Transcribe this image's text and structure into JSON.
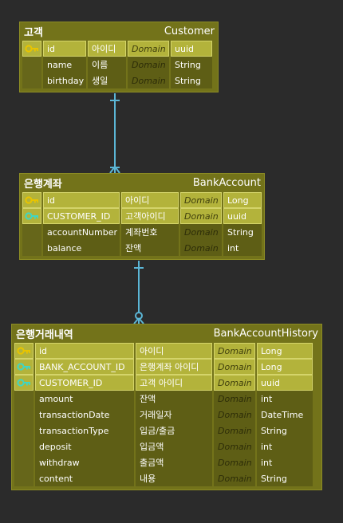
{
  "colors": {
    "background": "#2b2b2b",
    "entity_fill": "#73731a",
    "key_row_fill": "#b3b33b",
    "plain_row_fill": "#5e5e15",
    "pk_key_icon": "#e8c400",
    "fk_key_icon": "#3fd6c4",
    "relationship_line": "#5bb6d6"
  },
  "entities": {
    "customer": {
      "logical_name": "고객",
      "physical_name": "Customer",
      "columns": [
        {
          "key": "pk",
          "name": "id",
          "logical": "아이디",
          "domain": "Domain",
          "type": "uuid"
        },
        {
          "key": "",
          "name": "name",
          "logical": "이름",
          "domain": "Domain",
          "type": "String"
        },
        {
          "key": "",
          "name": "birthday",
          "logical": "생일",
          "domain": "Domain",
          "type": "String"
        }
      ]
    },
    "bank_account": {
      "logical_name": "은행계좌",
      "physical_name": "BankAccount",
      "columns": [
        {
          "key": "pk",
          "name": "id",
          "logical": "아이디",
          "domain": "Domain",
          "type": "Long"
        },
        {
          "key": "fk",
          "name": "CUSTOMER_ID",
          "logical": "고객아이디",
          "domain": "Domain",
          "type": "uuid"
        },
        {
          "key": "",
          "name": "accountNumber",
          "logical": "계좌번호",
          "domain": "Domain",
          "type": "String"
        },
        {
          "key": "",
          "name": "balance",
          "logical": "잔액",
          "domain": "Domain",
          "type": "int"
        }
      ]
    },
    "bank_account_history": {
      "logical_name": "은행거래내역",
      "physical_name": "BankAccountHistory",
      "columns": [
        {
          "key": "pk",
          "name": "id",
          "logical": "아이디",
          "domain": "Domain",
          "type": "Long"
        },
        {
          "key": "fk",
          "name": "BANK_ACCOUNT_ID",
          "logical": "은행계좌 아이디",
          "domain": "Domain",
          "type": "Long"
        },
        {
          "key": "fk",
          "name": "CUSTOMER_ID",
          "logical": "고객 아이디",
          "domain": "Domain",
          "type": "uuid"
        },
        {
          "key": "",
          "name": "amount",
          "logical": "잔액",
          "domain": "Domain",
          "type": "int"
        },
        {
          "key": "",
          "name": "transactionDate",
          "logical": "거래일자",
          "domain": "Domain",
          "type": "DateTime"
        },
        {
          "key": "",
          "name": "transactionType",
          "logical": "입금/출금",
          "domain": "Domain",
          "type": "String"
        },
        {
          "key": "",
          "name": "deposit",
          "logical": "입금액",
          "domain": "Domain",
          "type": "int"
        },
        {
          "key": "",
          "name": "withdraw",
          "logical": "출금액",
          "domain": "Domain",
          "type": "int"
        },
        {
          "key": "",
          "name": "content",
          "logical": "내용",
          "domain": "Domain",
          "type": "String"
        }
      ]
    }
  },
  "relationships": [
    {
      "from": "customer",
      "to": "bank_account",
      "from_cardinality": "one",
      "to_cardinality": "many"
    },
    {
      "from": "bank_account",
      "to": "bank_account_history",
      "from_cardinality": "one",
      "to_cardinality": "zero-or-many"
    }
  ]
}
